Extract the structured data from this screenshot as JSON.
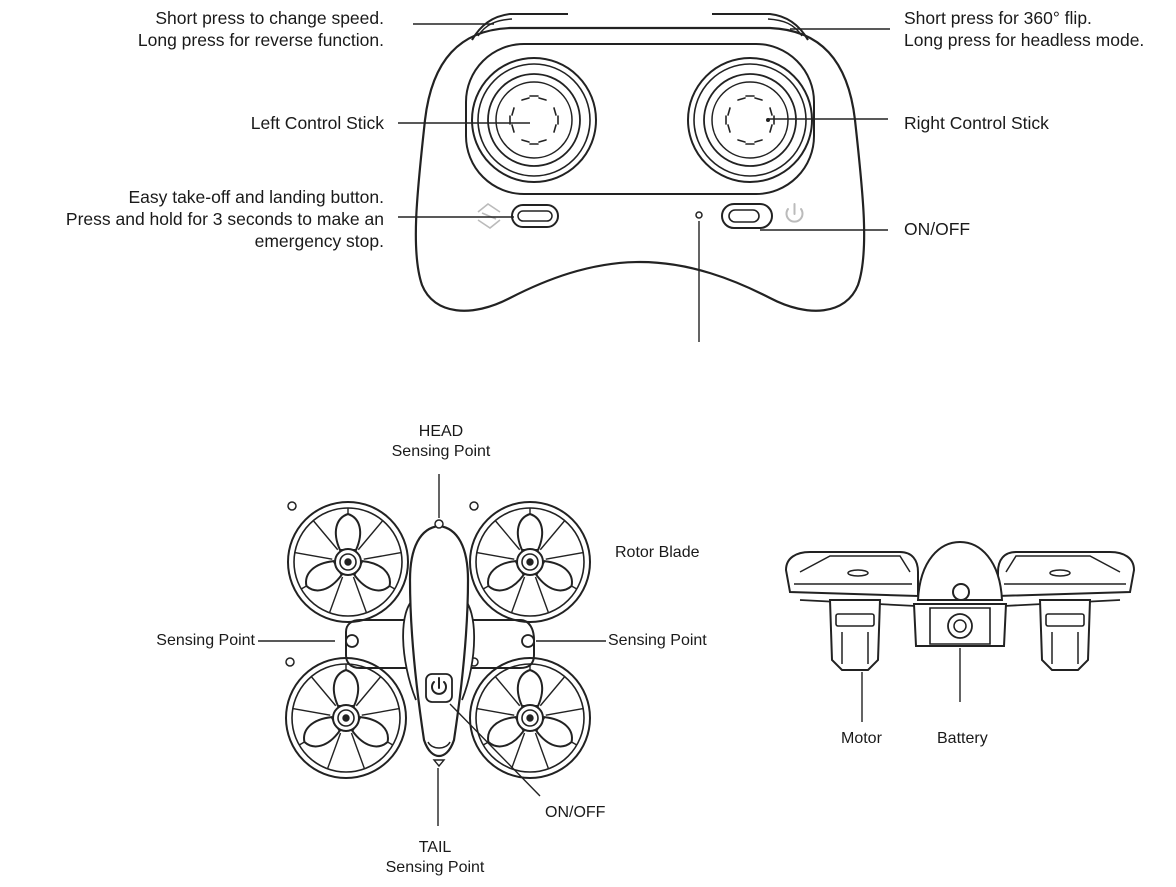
{
  "controller": {
    "speed_button": [
      "Short press to change speed.",
      "Long press for reverse function."
    ],
    "flip_button": [
      "Short press for 360° flip.",
      "Long press for headless mode."
    ],
    "left_stick": "Left Control Stick",
    "right_stick": "Right Control Stick",
    "takeoff_button": [
      "Easy take-off and landing button.",
      "Press and hold for 3 seconds to make an",
      "emergency stop."
    ],
    "power_switch": "ON/OFF"
  },
  "drone_top": {
    "head": [
      "HEAD",
      "Sensing Point"
    ],
    "rotor_blade": "Rotor Blade",
    "left_sensing": "Sensing Point",
    "right_sensing": "Sensing Point",
    "power": "ON/OFF",
    "tail": [
      "TAIL",
      "Sensing Point"
    ]
  },
  "drone_front": {
    "motor": "Motor",
    "battery": "Battery"
  }
}
